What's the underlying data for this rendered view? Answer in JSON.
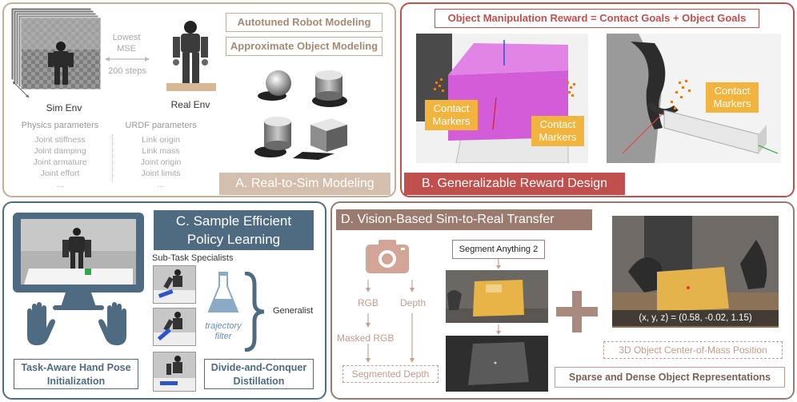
{
  "panel_a": {
    "lowest_mse": "Lowest\nMSE",
    "steps": "200 steps",
    "sim_env": "Sim Env",
    "real_env": "Real Env",
    "autotuned": "Autotuned Robot Modeling",
    "approx": "Approximate Object Modeling",
    "physics_title": "Physics parameters",
    "physics_items": [
      "Joint stiffness",
      "Joint damping",
      "Joint armature",
      "Joint effort",
      "..."
    ],
    "urdf_title": "URDF parameters",
    "urdf_items": [
      "Link origin",
      "Link mass",
      "Joint origin",
      "Joint limits",
      "..."
    ],
    "label": "A. Real-to-Sim Modeling"
  },
  "panel_b": {
    "title": "Object Manipulation Reward = Contact Goals + Object Goals",
    "contact_markers": "Contact\nMarkers",
    "label": "B. Generalizable Reward Design"
  },
  "panel_c": {
    "title": "C. Sample Efficient\nPolicy Learning",
    "sub_task": "Sub-Task Specialists",
    "trajectory_filter": "trajectory\nfilter",
    "generalist": "Generalist",
    "hand_pose": "Task-Aware Hand Pose\nInitialization",
    "divide": "Divide-and-Conquer\nDistillation"
  },
  "panel_d": {
    "title": "D. Vision-Based Sim-to-Real Transfer",
    "segment": "Segment Anything 2",
    "rgb": "RGB",
    "depth": "Depth",
    "masked_rgb": "Masked RGB",
    "segmented_depth": "Segmented Depth",
    "coords": "(x, y, z) = (0.58, -0.02, 1.15)",
    "com": "3D Object Center-of-Mass Position",
    "sparse_dense": "Sparse and Dense Object Representations"
  },
  "colors": {
    "panel_a_border": "#c8ad96",
    "panel_b_border": "#c0504d",
    "panel_c_border": "#4f6b82",
    "panel_d_border": "#9b7b6f",
    "label_a_bg": "#d4bfae",
    "label_b_bg": "#c0504d",
    "label_c_bg": "#4f6b82",
    "label_d_bg": "#9b7b6f",
    "orange": "#f1b43e",
    "magenta": "#d35cd9"
  }
}
